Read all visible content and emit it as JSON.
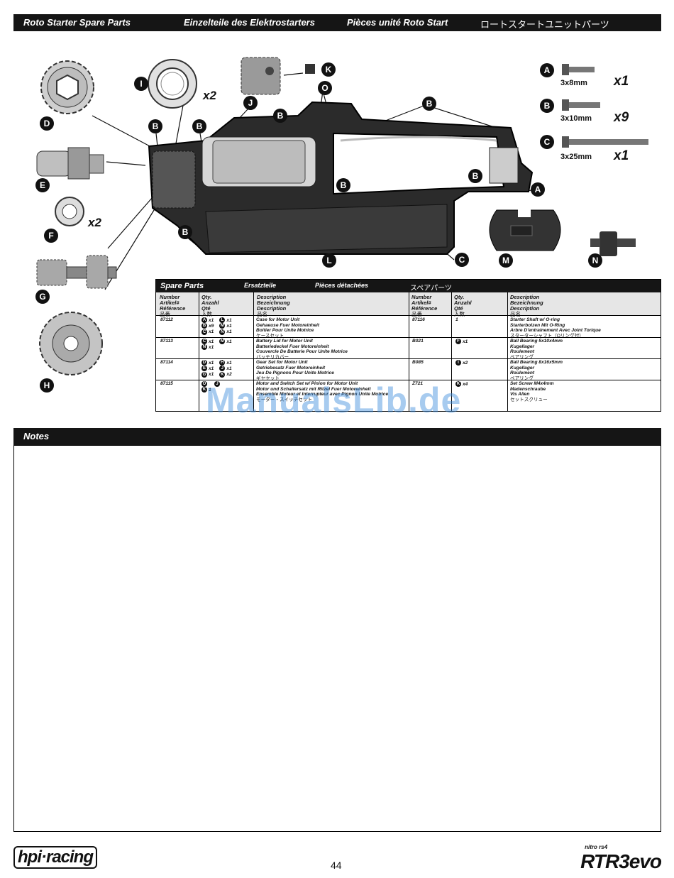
{
  "header": {
    "title_en": "Roto Starter Spare Parts",
    "title_de": "Einzelteile des Elektrostarters",
    "title_fr": "Pièces unité Roto Start",
    "title_jp": "ロートスタートユニットパーツ"
  },
  "diagram": {
    "callouts": [
      "A",
      "B",
      "C",
      "D",
      "E",
      "F",
      "G",
      "H",
      "I",
      "J",
      "K",
      "L",
      "M",
      "N",
      "O"
    ],
    "qty_I": "x2",
    "qty_F": "x2",
    "screws": [
      {
        "letter": "A",
        "size": "3x8mm",
        "qty": "x1"
      },
      {
        "letter": "B",
        "size": "3x10mm",
        "qty": "x9"
      },
      {
        "letter": "C",
        "size": "3x25mm",
        "qty": "x1"
      }
    ]
  },
  "parts_table": {
    "title_en": "Spare Parts",
    "title_de": "Ersatzteile",
    "title_fr": "Pièces détachées",
    "title_jp": "スペアパーツ",
    "col_number": [
      "Number",
      "Artikel#",
      "Référence",
      "品番"
    ],
    "col_qty": [
      "Qty.",
      "Anzahl",
      "Qté",
      "入数"
    ],
    "col_desc": [
      "Description",
      "Bezeichnung",
      "Description",
      "品名"
    ],
    "left_rows": [
      {
        "number": "87112",
        "qty": [
          [
            "A",
            "x1"
          ],
          [
            "L",
            "x1"
          ],
          [
            "B",
            "x9"
          ],
          [
            "M",
            "x1"
          ],
          [
            "C",
            "x1"
          ],
          [
            "N",
            "x1"
          ]
        ],
        "desc": [
          "Case for Motor Unit",
          "Gehaeuse Fuer Motoreinheit",
          "Boitier Pour Unite Motrice",
          "ケースセット"
        ]
      },
      {
        "number": "87113",
        "qty": [
          [
            "C",
            "x1"
          ],
          [
            "M",
            "x1"
          ],
          [
            "N",
            "x1"
          ]
        ],
        "desc": [
          "Battery Lid for Motor Unit",
          "Batteriedeckel Fuer Motoreinheit",
          "Couvercle De Batterie Pour Unite Motrice",
          "バッテリカバー"
        ]
      },
      {
        "number": "87114",
        "qty": [
          [
            "D",
            "x1"
          ],
          [
            "H",
            "x1"
          ],
          [
            "E",
            "x1"
          ],
          [
            "J",
            "x1"
          ],
          [
            "G",
            "x1"
          ],
          [
            "K",
            "x2"
          ]
        ],
        "desc": [
          "Gear Set for Motor Unit",
          "Getriebesatz Fuer Motoreinheit",
          "Jeu De Pignons Pour Unite Motrice",
          "ギヤセット"
        ]
      },
      {
        "number": "87115",
        "qty": [
          [
            "O",
            ""
          ],
          [
            "J",
            ""
          ],
          [
            "K",
            "1"
          ]
        ],
        "desc": [
          "Motor and Switch Set w/ Pinion for Motor Unit",
          "Motor und Schaltersatz mit Ritzel Fuer Motoreinheit",
          "Ensemble Moteur et Interrupteur avec Pignon Unite Motrice",
          "モーター・スイッチセット"
        ]
      }
    ],
    "right_rows": [
      {
        "number": "87116",
        "qty": [
          [
            "",
            "1"
          ]
        ],
        "desc": [
          "Starter Shaft w/ O-ring",
          "Starterbolzen Mit O-Ring",
          "Arbre D'entrainement Avec Joint Torique",
          "スターターシャフト（Oリング付）"
        ]
      },
      {
        "number": "B021",
        "qty": [
          [
            "F",
            "x1"
          ]
        ],
        "desc": [
          "Ball Bearing 5x10x4mm",
          "Kugellager",
          "Roulement",
          "ベアリング"
        ]
      },
      {
        "number": "B085",
        "qty": [
          [
            "I",
            "x2"
          ]
        ],
        "desc": [
          "Ball Bearing 8x16x5mm",
          "Kugellager",
          "Roulement",
          "ベアリング"
        ]
      },
      {
        "number": "Z721",
        "qty": [
          [
            "K",
            "x4"
          ]
        ],
        "desc": [
          "Set Screw M4x4mm",
          "Madenschraube",
          "Vis Allen",
          "セットスクリュー"
        ]
      }
    ]
  },
  "watermark": "ManualsLib.de",
  "notes": {
    "title": "Notes"
  },
  "footer": {
    "left_logo": "hpi·racing",
    "page_number": "44",
    "brand_small": "nitro rs4",
    "brand": "RTR3evo"
  }
}
